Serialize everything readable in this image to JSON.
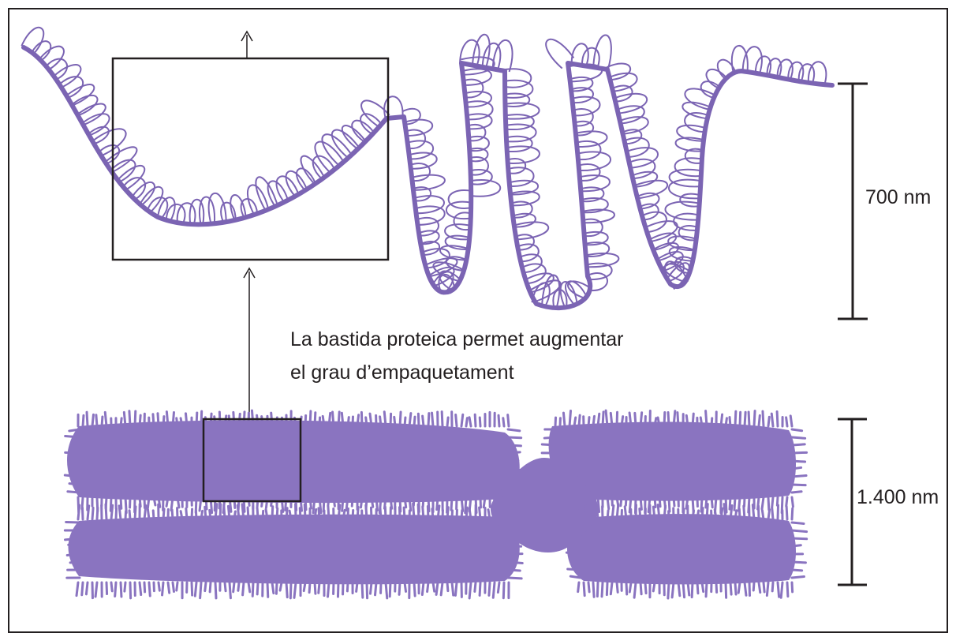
{
  "caption": {
    "line1": "La bastida proteica permet augmentar",
    "line2": "el grau d’empaquetament"
  },
  "scale_bars": {
    "top": "700 nm",
    "bottom": "1.400 nm"
  },
  "colors": {
    "chromatin": "#7b64b3",
    "chromosome": "#8a74c0",
    "ink": "#231f20",
    "background": "#ffffff"
  }
}
